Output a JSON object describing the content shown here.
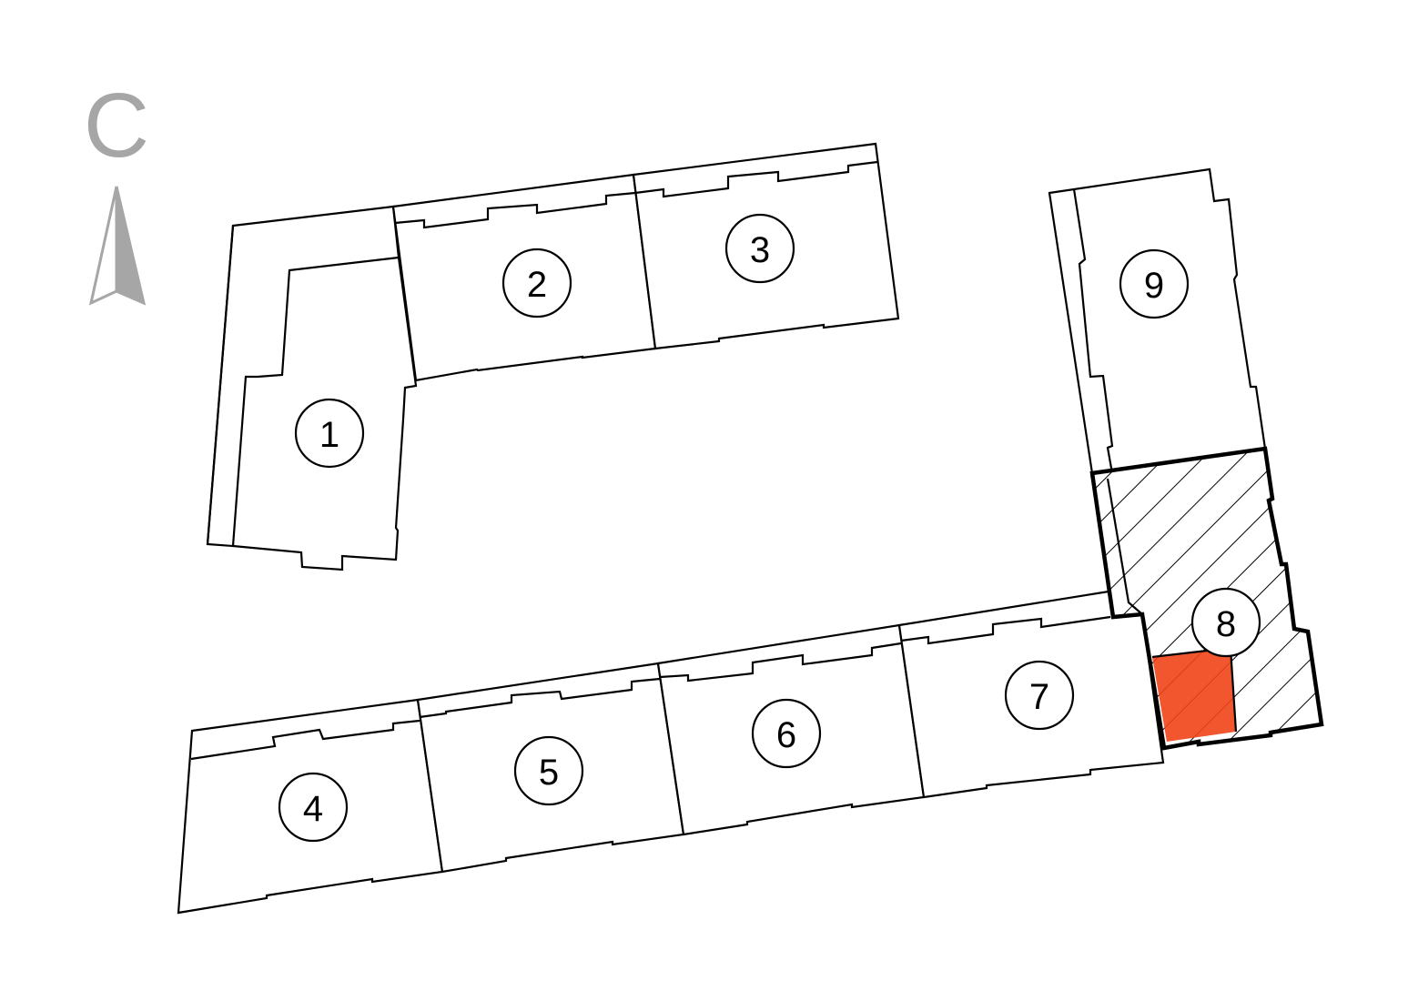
{
  "compass": {
    "letter": "С",
    "icon": "north-arrow-icon",
    "color": "#a6a6a6"
  },
  "sections": [
    {
      "number": "1",
      "selected": false
    },
    {
      "number": "2",
      "selected": false
    },
    {
      "number": "3",
      "selected": false
    },
    {
      "number": "4",
      "selected": false
    },
    {
      "number": "5",
      "selected": false
    },
    {
      "number": "6",
      "selected": false
    },
    {
      "number": "7",
      "selected": false
    },
    {
      "number": "8",
      "selected": true
    },
    {
      "number": "9",
      "selected": false
    }
  ],
  "colors": {
    "outline": "#000000",
    "highlight_unit": "#f04418",
    "background": "#ffffff"
  }
}
